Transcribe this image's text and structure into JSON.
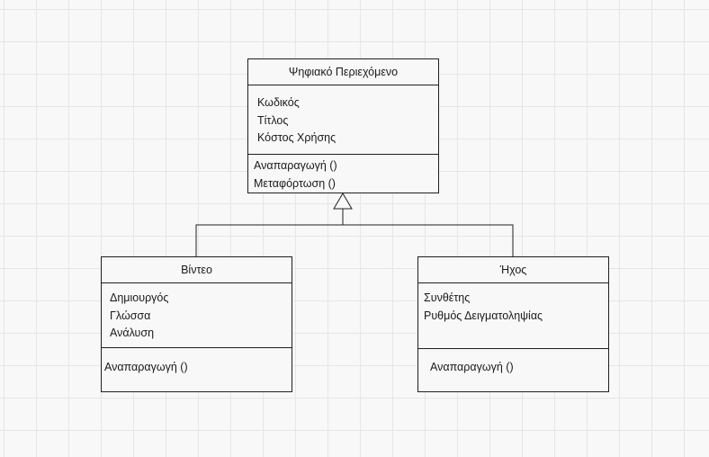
{
  "classes": {
    "content": {
      "name": "Ψηφιακό Περιεχόμενο",
      "attributes": [
        "Κωδικός",
        "Τίτλος",
        "Κόστος Χρήσης"
      ],
      "methods": [
        "Αναπαραγωγή ()",
        "Μεταφόρτωση ()"
      ]
    },
    "video": {
      "name": "Βίντεο",
      "attributes": [
        "Δημιουργός",
        "Γλώσσα",
        "Ανάλυση"
      ],
      "methods": [
        "Αναπαραγωγή ()"
      ]
    },
    "audio": {
      "name": "Ήχος",
      "attributes": [
        "Συνθέτης",
        "Ρυθμός Δειγματοληψίας"
      ],
      "methods": [
        "Αναπαραγωγή ()"
      ]
    }
  }
}
